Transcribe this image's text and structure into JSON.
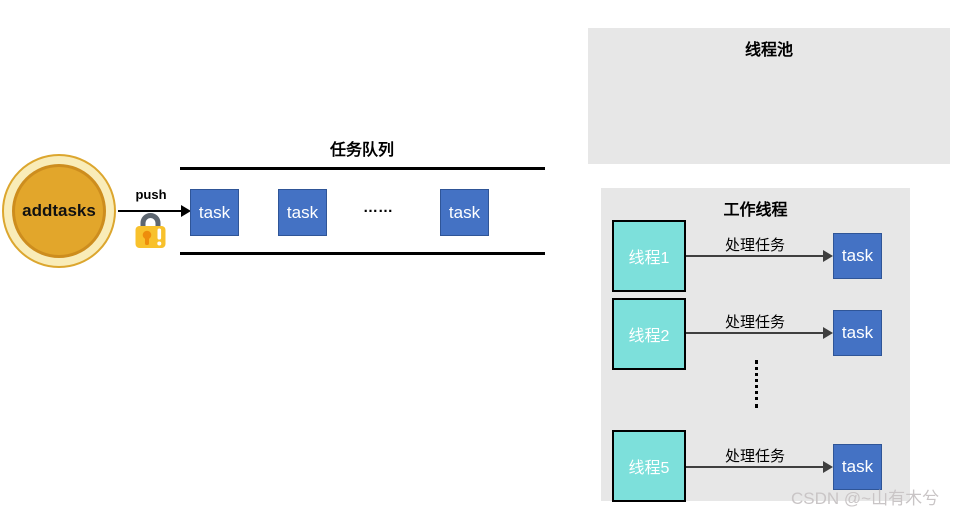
{
  "producer": {
    "label": "addtasks",
    "push_label": "push",
    "lock_icon": "lock-with-exclamation-icon"
  },
  "queue": {
    "title": "任务队列",
    "items": [
      "task",
      "task",
      "task"
    ],
    "ellipsis": "……"
  },
  "pool": {
    "title": "线程池"
  },
  "workers": {
    "title": "工作线程",
    "rows": [
      {
        "thread": "线程1",
        "action": "处理任务",
        "task": "task"
      },
      {
        "thread": "线程2",
        "action": "处理任务",
        "task": "task"
      },
      {
        "thread": "线程5",
        "action": "处理任务",
        "task": "task"
      }
    ]
  },
  "watermark": {
    "text": "CSDN @~山有木兮"
  },
  "colors": {
    "task_blue": "#4472c4",
    "task_border": "#2f5597",
    "thread_teal": "#7de0db",
    "producer_gold": "#e2a62b",
    "producer_ring": "#f9ecb8",
    "panel_gray": "#e7e7e7",
    "lock_body": "#f8c12c",
    "lock_keyhole": "#ee8d0c",
    "arrow_dark": "#3f3f3f"
  }
}
